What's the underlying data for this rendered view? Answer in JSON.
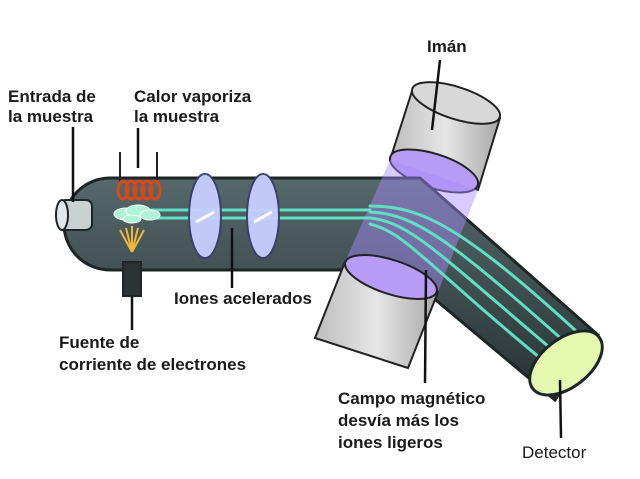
{
  "labels": {
    "iman": "Imán",
    "entrada_1": "Entrada de",
    "entrada_2": "la muestra",
    "calor_1": "Calor vaporiza",
    "calor_2": "la muestra",
    "iones": "Iones acelerados",
    "fuente_1": "Fuente de",
    "fuente_2": "corriente de electrones",
    "campo_1": "Campo magnético",
    "campo_2": "desvía más los",
    "campo_3": "iones ligeros",
    "detector": "Detector"
  },
  "colors": {
    "tube": "#3c4a4c",
    "tube_edge": "#1d2526",
    "beam": "#5fe0c3",
    "plate": "#c8cfff",
    "magnet_face": "#c0a6ff",
    "magnet_body": "#cfcfcf",
    "field": "#a98bff",
    "detector": "#e6f7b0",
    "heater": "#d9481c",
    "filament": "#f3b53a"
  }
}
